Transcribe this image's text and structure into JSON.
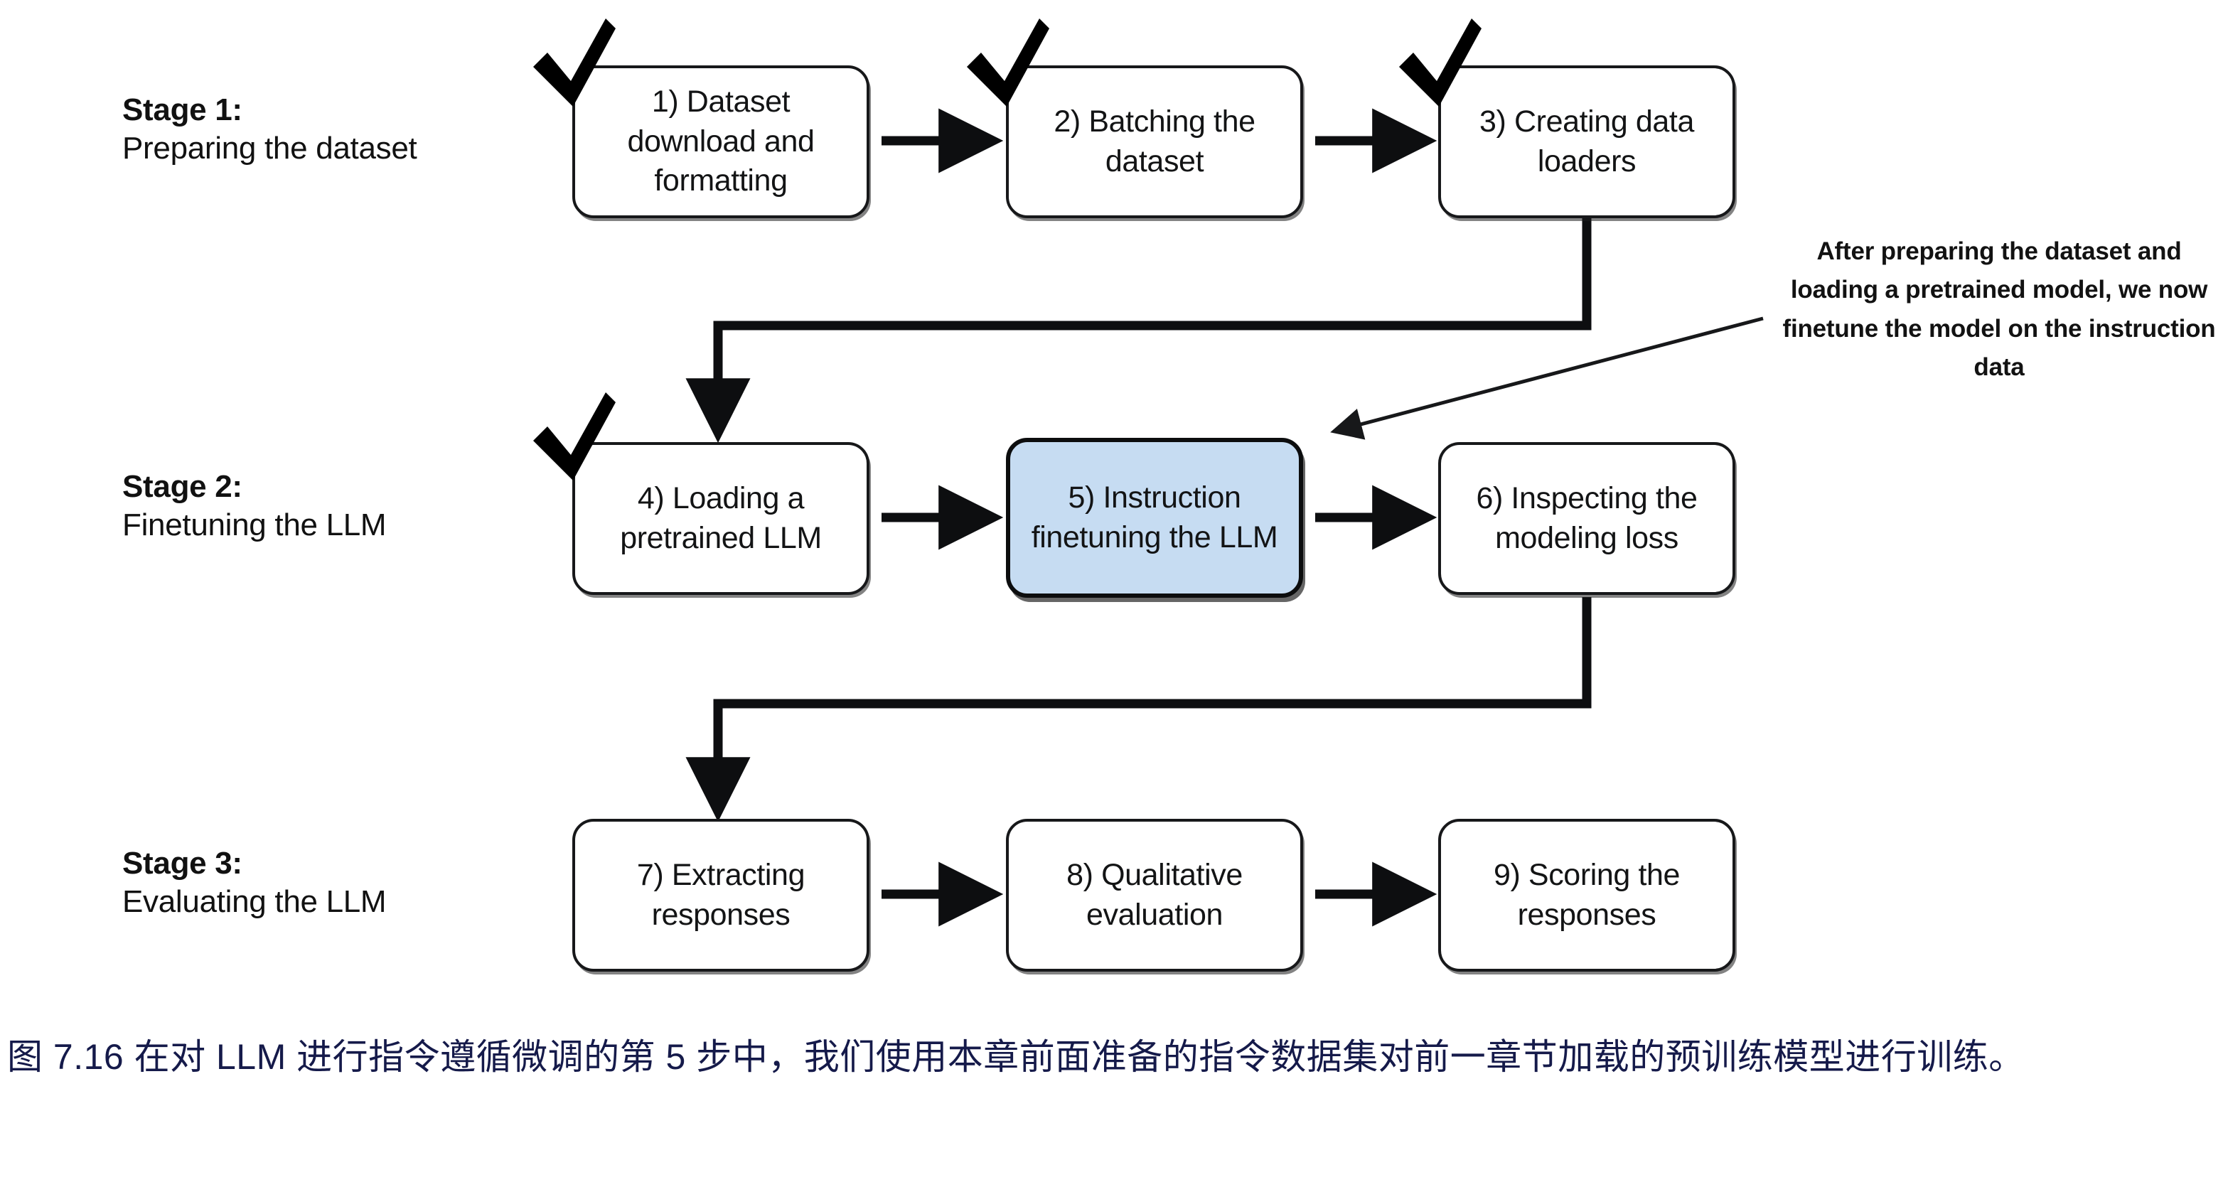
{
  "diagram": {
    "title_caption": "图 7.16 在对 LLM 进行指令遵循微调的第 5 步中，我们使用本章前面准备的指令数据集对前一章节加载的预训练模型进行训练。",
    "stages": [
      {
        "title": "Stage 1:",
        "subtitle": "Preparing the dataset"
      },
      {
        "title": "Stage 2:",
        "subtitle": "Finetuning the LLM"
      },
      {
        "title": "Stage 3:",
        "subtitle": "Evaluating the LLM"
      }
    ],
    "steps": [
      {
        "id": 1,
        "label": "1) Dataset download and formatting",
        "stage": 1,
        "checked": true,
        "highlighted": false
      },
      {
        "id": 2,
        "label": "2) Batching the dataset",
        "stage": 1,
        "checked": true,
        "highlighted": false
      },
      {
        "id": 3,
        "label": "3) Creating data loaders",
        "stage": 1,
        "checked": true,
        "highlighted": false
      },
      {
        "id": 4,
        "label": "4) Loading a pretrained LLM",
        "stage": 2,
        "checked": true,
        "highlighted": false
      },
      {
        "id": 5,
        "label": "5) Instruction finetuning the LLM",
        "stage": 2,
        "checked": false,
        "highlighted": true
      },
      {
        "id": 6,
        "label": "6) Inspecting the modeling loss",
        "stage": 2,
        "checked": false,
        "highlighted": false
      },
      {
        "id": 7,
        "label": "7) Extracting responses",
        "stage": 3,
        "checked": false,
        "highlighted": false
      },
      {
        "id": 8,
        "label": "8) Qualitative evaluation",
        "stage": 3,
        "checked": false,
        "highlighted": false
      },
      {
        "id": 9,
        "label": "9) Scoring the responses",
        "stage": 3,
        "checked": false,
        "highlighted": false
      }
    ],
    "annotation": {
      "text": "After preparing the dataset and loading a pretrained model, we now finetune the model on the instruction data",
      "points_to_step": 5
    },
    "colors": {
      "highlight_fill": "#c6dcf2",
      "box_stroke": "#17181a",
      "text": "#131415",
      "caption_text": "#151a4a",
      "check_mark": "#000000"
    }
  }
}
